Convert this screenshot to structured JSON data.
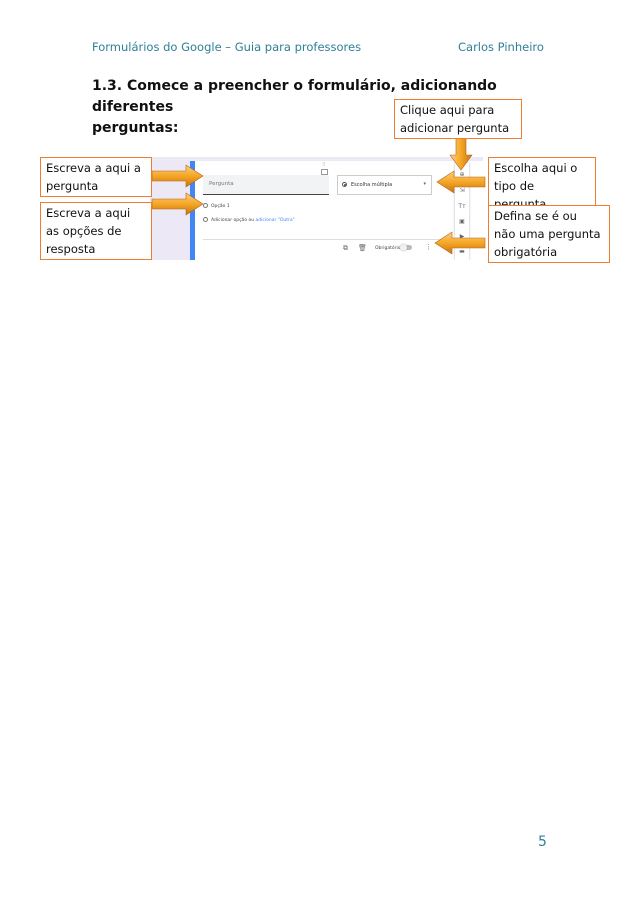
{
  "header": {
    "left": "Formulários do Google – Guia para professores",
    "right": "Carlos Pinheiro"
  },
  "heading": {
    "line1": "1.3. Comece a preencher o formulário, adicionando diferentes",
    "line2": "perguntas:"
  },
  "callouts": {
    "add_question": [
      "Clique aqui para",
      "adicionar pergunta"
    ],
    "write_question": [
      "Escreva a aqui a",
      "pergunta"
    ],
    "write_options": [
      "Escreva a aqui",
      "as opções de",
      "resposta"
    ],
    "question_type": [
      "Escolha aqui o",
      "tipo de pergunta"
    ],
    "required": [
      "Defina se é ou",
      "não uma pergunta",
      "obrigatória"
    ]
  },
  "screenshot": {
    "question_placeholder": "Pergunta",
    "type_selected": "Escolha múltipla",
    "option1": "Opção 1",
    "add_option_prefix": "Adicionar opção ou",
    "add_option_link": "adicionar \"Outra\"",
    "required_label": "Obrigatório"
  },
  "colors": {
    "accent": "#2f7f98",
    "callout_border": "#ed7d31",
    "arrow_fill": "#f5a623",
    "card_bar": "#4285f4"
  },
  "page_number": "5"
}
